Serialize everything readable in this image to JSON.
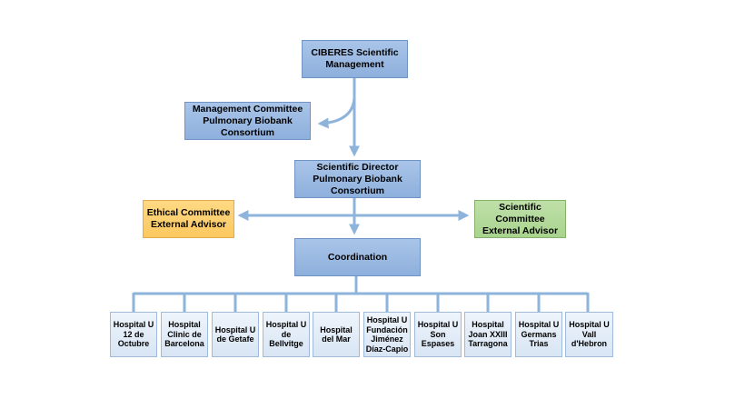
{
  "nodes": {
    "ciberes": "CIBERES  Scientific\nManagement",
    "management_committee": "Management Committee\nPulmonary Biobank\nConsortium",
    "scientific_director": "Scientific Director\nPulmonary Biobank\nConsortium",
    "ethical_committee": "Ethical Committee\nExternal Advisor",
    "scientific_committee": "Scientific\nCommittee\nExternal Advisor",
    "coordination": "Coordination"
  },
  "hospitals": [
    "Hospital U\n12 de\nOctubre",
    "Hospital\nClinic de\nBarcelona",
    "Hospital U\nde Getafe",
    "Hospital U\nde\nBellvitge",
    "Hospital\ndel Mar",
    "Hospital U\nFundación\nJiménez\nDíaz-Capio",
    "Hospital U\nSon\nEspases",
    "Hospital\nJoan XXIII\nTarragona",
    "Hospital U\nGermans\nTrias",
    "Hospital U\nVall\nd'Hebron"
  ],
  "colors": {
    "blue_box": "#95b3dc",
    "yellow_box": "#fcd06f",
    "green_box": "#b3d99a",
    "hospital_box": "#e3ecf7",
    "connector": "#8eb4dc"
  }
}
